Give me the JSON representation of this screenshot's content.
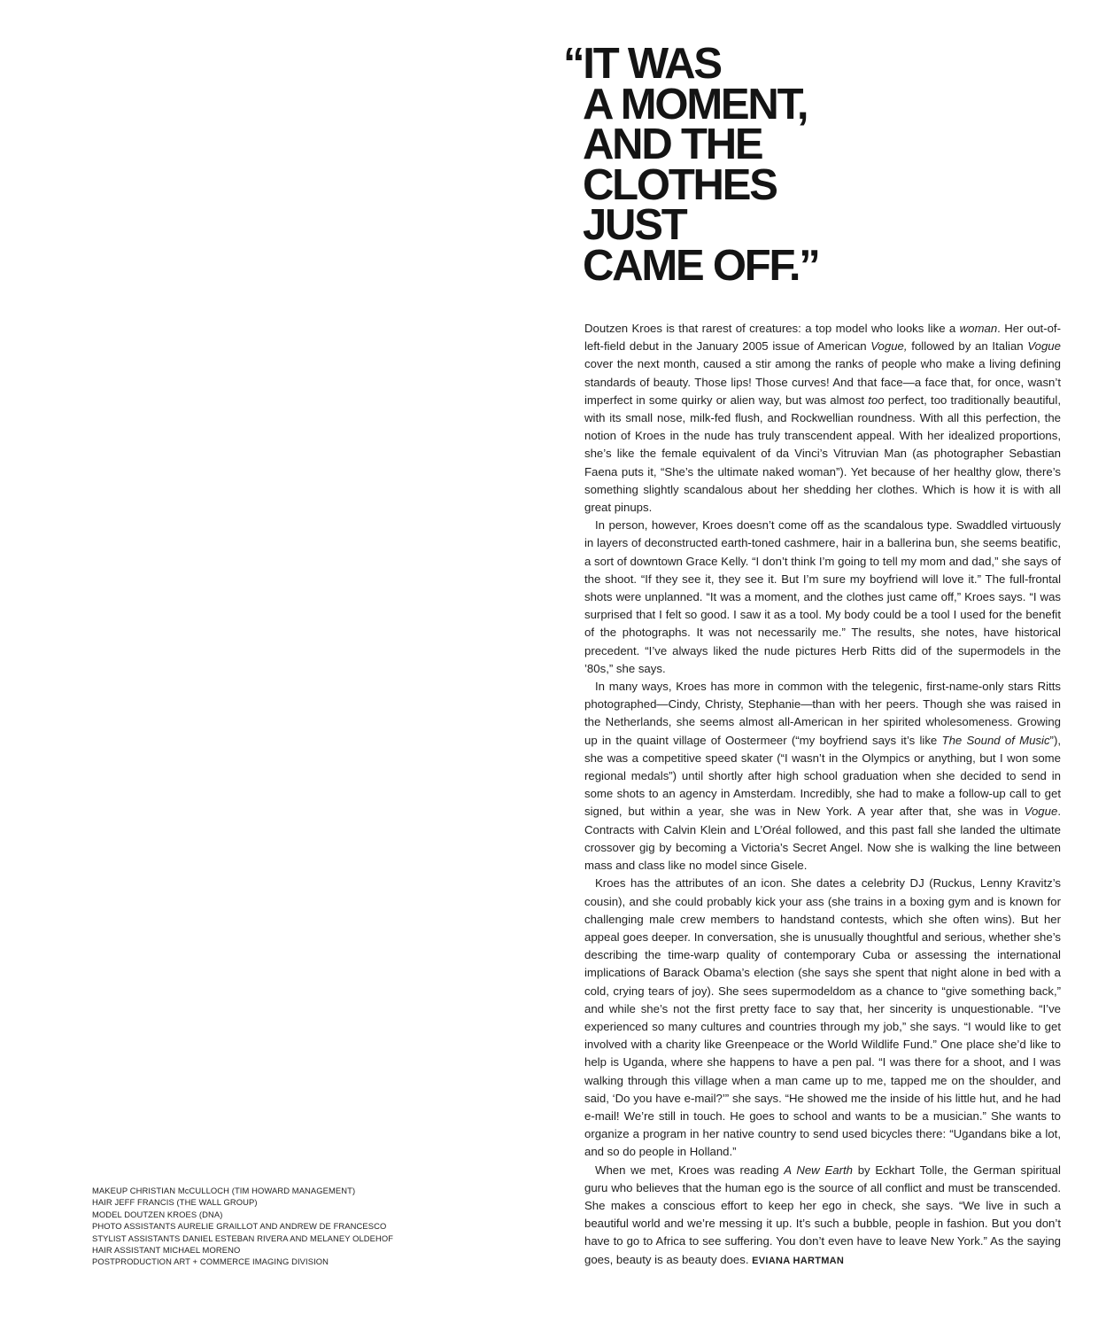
{
  "pull_quote": {
    "lines": [
      "“IT WAS",
      "A MOMENT,",
      "AND THE",
      "CLOTHES",
      "JUST",
      "CAME OFF.”"
    ]
  },
  "article": {
    "p1": {
      "t1": "Doutzen Kroes is that rarest of creatures: a top model who looks like a ",
      "e1": "woman",
      "t2": ". Her out-of-left-field debut in the January 2005 issue of American ",
      "e2": "Vogue,",
      "t3": " followed by an Italian ",
      "e3": "Vogue",
      "t4": " cover the next month, caused a stir among the ranks of people who make a living defining standards of beauty. Those lips! Those curves! And that face—a face that, for once, wasn’t imperfect in some quirky or alien way, but was almost ",
      "e4": "too",
      "t5": " perfect, too traditionally beautiful, with its small nose, milk-fed flush, and Rockwellian roundness. With all this perfection, the notion of Kroes in the nude has truly transcendent appeal. With her idealized proportions, she’s like the female equivalent of da Vinci’s Vitruvian Man (as photographer Sebastian Faena puts it, “She’s the ultimate naked woman”). Yet because of her healthy glow, there’s something slightly scandalous about her shedding her clothes. Which is how it is with all great pinups."
    },
    "p2": "In person, however, Kroes doesn’t come off as the scandalous type. Swaddled virtuously in layers of deconstructed earth-toned cashmere, hair in a ballerina bun, she seems beatific, a sort of downtown Grace Kelly. “I don’t think I’m going to tell my mom and dad,” she says of the shoot. “If they see it, they see it. But I’m sure my boyfriend will love it.” The full-frontal shots were unplanned. “It was a moment, and the clothes just came off,” Kroes says. “I was surprised that I felt so good. I saw it as a tool. My body could be a tool I used for the benefit of the photographs. It was not necessarily me.” The results, she notes, have historical precedent. “I’ve always liked the nude pictures Herb Ritts did of the supermodels in the ’80s,” she says.",
    "p3": {
      "t1": "In many ways, Kroes has more in common with the telegenic, first-name-only stars Ritts photographed—Cindy, Christy, Stephanie—than with her peers. Though she was raised in the Netherlands, she seems almost all-American in her spirited wholesomeness. Growing up in the quaint village of Oostermeer (“my boyfriend says it’s like ",
      "e1": "The Sound of Music",
      "t2": "”), she was a competitive speed skater (“I wasn’t in the Olympics or anything, but I won some regional medals”) until shortly after high school graduation when she decided to send in some shots to an agency in Amsterdam. Incredibly, she had to make a follow-up call to get signed, but within a year, she was in New York. A year after that, she was in ",
      "e2": "Vogue",
      "t3": ". Contracts with Calvin Klein and L’Oréal followed, and this past fall she landed the ultimate crossover gig by becoming a Victoria’s Secret Angel. Now she is walking the line between mass and class like no model since Gisele."
    },
    "p4": "Kroes has the attributes of an icon. She dates a celebrity DJ (Ruckus, Lenny Kravitz’s cousin), and she could probably kick your ass (she trains in a boxing gym and is known for challenging male crew members to handstand contests, which she often wins). But her appeal goes deeper. In conversation, she is unusually thoughtful and serious, whether she’s describing the time-warp quality of contemporary Cuba or assessing the international implications of Barack Obama’s election (she says she spent that night alone in bed with a cold, crying tears of joy). She sees supermodeldom as a chance to “give something back,” and while she’s not the first pretty face to say that, her sincerity is unquestionable. “I’ve experienced so many cultures and countries through my job,” she says. “I would like to get involved with a charity like Greenpeace or the World Wildlife Fund.” One place she’d like to help is Uganda, where she happens to have a pen pal. “I was there for a shoot, and I was walking through this village when a man came up to me, tapped me on the shoulder, and said, ‘Do you have e-mail?’” she says. “He showed me the inside of his little hut, and he had e-mail! We’re still in touch. He goes to school and wants to be a musician.” She wants to organize a program in her native country to send used bicycles there: “Ugandans bike a lot, and so do people in Holland.”",
    "p5": {
      "t1": "When we met, Kroes was reading ",
      "e1": "A New Earth",
      "t2": " by Eckhart Tolle, the German spiritual guru who believes that the human ego is the source of all conflict and must be transcended. She makes a conscious effort to keep her ego in check, she says. “We live in such a beautiful world and we’re messing it up. It’s such a bubble, people in fashion. But you don’t have to go to Africa to see suffering. You don’t even have to leave New York.” As the saying goes, beauty is as beauty does. ",
      "byline": "EVIANA HARTMAN"
    }
  },
  "credits": [
    "MAKEUP CHRISTIAN McCULLOCH (TIM HOWARD MANAGEMENT)",
    "HAIR JEFF FRANCIS (THE WALL GROUP)",
    "MODEL DOUTZEN KROES (DNA)",
    "PHOTO ASSISTANTS AURELIE GRAILLOT AND ANDREW DE FRANCESCO",
    "STYLIST ASSISTANTS DANIEL ESTEBAN RIVERA AND MELANEY OLDEHOF",
    "HAIR ASSISTANT MICHAEL MORENO",
    "POSTPRODUCTION ART + COMMERCE IMAGING DIVISION"
  ]
}
